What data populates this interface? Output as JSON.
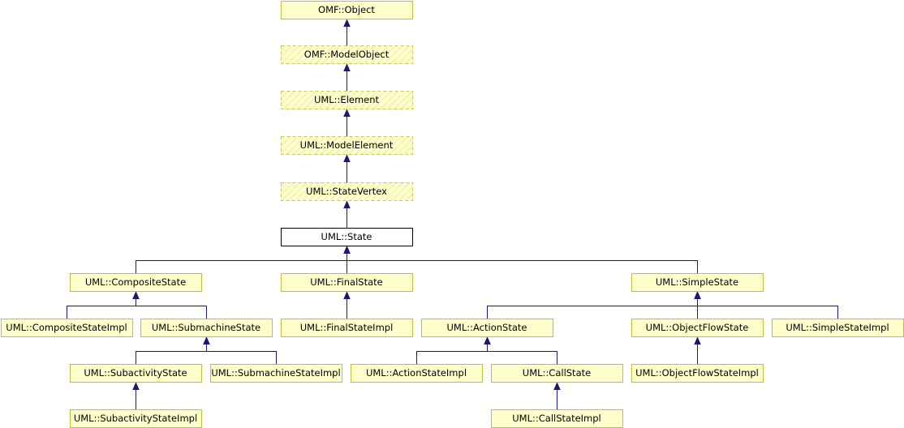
{
  "colors": {
    "box_fill": "#ffffcc",
    "box_border": "#bfbf3f",
    "dashed_border": "#c9c95a",
    "current_fill": "#ffffff",
    "current_border": "#000000",
    "edge": "#191970"
  },
  "diagram": {
    "nodes": [
      {
        "id": "omf_object",
        "label": "OMF::Object",
        "style": "solid"
      },
      {
        "id": "omf_modelobject",
        "label": "OMF::ModelObject",
        "style": "dashed"
      },
      {
        "id": "uml_element",
        "label": "UML::Element",
        "style": "dashed"
      },
      {
        "id": "uml_modelelement",
        "label": "UML::ModelElement",
        "style": "dashed"
      },
      {
        "id": "uml_statevertex",
        "label": "UML::StateVertex",
        "style": "dashed"
      },
      {
        "id": "uml_state",
        "label": "UML::State",
        "style": "current"
      },
      {
        "id": "uml_compositestate",
        "label": "UML::CompositeState",
        "style": "solid"
      },
      {
        "id": "uml_finalstate",
        "label": "UML::FinalState",
        "style": "solid"
      },
      {
        "id": "uml_simplestate",
        "label": "UML::SimpleState",
        "style": "solid"
      },
      {
        "id": "uml_compositestateimpl",
        "label": "UML::CompositeStateImpl",
        "style": "solid"
      },
      {
        "id": "uml_submachinestate",
        "label": "UML::SubmachineState",
        "style": "solid"
      },
      {
        "id": "uml_finalstateimpl",
        "label": "UML::FinalStateImpl",
        "style": "solid"
      },
      {
        "id": "uml_actionstate",
        "label": "UML::ActionState",
        "style": "solid"
      },
      {
        "id": "uml_objectflowstate",
        "label": "UML::ObjectFlowState",
        "style": "solid"
      },
      {
        "id": "uml_simplestateimpl",
        "label": "UML::SimpleStateImpl",
        "style": "solid"
      },
      {
        "id": "uml_subactivitystate",
        "label": "UML::SubactivityState",
        "style": "solid"
      },
      {
        "id": "uml_submachinestateimpl",
        "label": "UML::SubmachineStateImpl",
        "style": "solid"
      },
      {
        "id": "uml_actionstateimpl",
        "label": "UML::ActionStateImpl",
        "style": "solid"
      },
      {
        "id": "uml_callstate",
        "label": "UML::CallState",
        "style": "solid"
      },
      {
        "id": "uml_objectflowstateimpl",
        "label": "UML::ObjectFlowStateImpl",
        "style": "solid"
      },
      {
        "id": "uml_subactivitystateimpl",
        "label": "UML::SubactivityStateImpl",
        "style": "solid"
      },
      {
        "id": "uml_callstateimpl",
        "label": "UML::CallStateImpl",
        "style": "solid"
      }
    ],
    "edges": [
      {
        "from": "omf_modelobject",
        "to": "omf_object"
      },
      {
        "from": "uml_element",
        "to": "omf_modelobject"
      },
      {
        "from": "uml_modelelement",
        "to": "uml_element"
      },
      {
        "from": "uml_statevertex",
        "to": "uml_modelelement"
      },
      {
        "from": "uml_state",
        "to": "uml_statevertex"
      },
      {
        "from": "uml_compositestate",
        "to": "uml_state"
      },
      {
        "from": "uml_finalstate",
        "to": "uml_state"
      },
      {
        "from": "uml_simplestate",
        "to": "uml_state"
      },
      {
        "from": "uml_compositestateimpl",
        "to": "uml_compositestate"
      },
      {
        "from": "uml_submachinestate",
        "to": "uml_compositestate"
      },
      {
        "from": "uml_finalstateimpl",
        "to": "uml_finalstate"
      },
      {
        "from": "uml_actionstate",
        "to": "uml_simplestate"
      },
      {
        "from": "uml_objectflowstate",
        "to": "uml_simplestate"
      },
      {
        "from": "uml_simplestateimpl",
        "to": "uml_simplestate"
      },
      {
        "from": "uml_subactivitystate",
        "to": "uml_submachinestate"
      },
      {
        "from": "uml_submachinestateimpl",
        "to": "uml_submachinestate"
      },
      {
        "from": "uml_actionstateimpl",
        "to": "uml_actionstate"
      },
      {
        "from": "uml_callstate",
        "to": "uml_actionstate"
      },
      {
        "from": "uml_objectflowstateimpl",
        "to": "uml_objectflowstate"
      },
      {
        "from": "uml_subactivitystateimpl",
        "to": "uml_subactivitystate"
      },
      {
        "from": "uml_callstateimpl",
        "to": "uml_callstate"
      }
    ]
  }
}
